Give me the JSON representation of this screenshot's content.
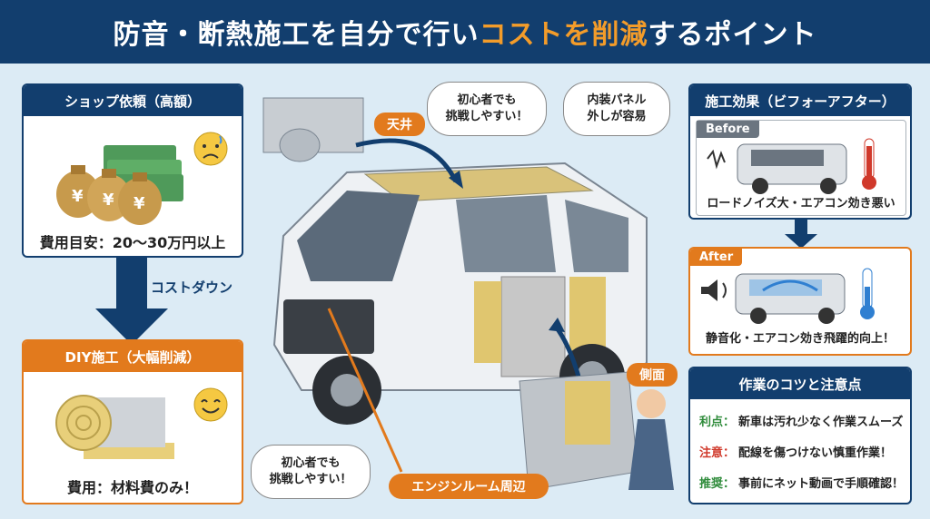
{
  "header": {
    "title_part1": "防音・断熱施工を自分で行い",
    "title_highlight": "コストを削減",
    "title_part2": "するポイント"
  },
  "shop": {
    "title": "ショップ依頼（高額）",
    "cost": "費用目安：20〜30万円以上"
  },
  "arrow_label": "コストダウン",
  "diy": {
    "title": "DIY施工（大幅削減）",
    "cost": "費用：材料費のみ！"
  },
  "center": {
    "bubble_top_left": "初心者でも\n挑戦しやすい！",
    "bubble_top_right": "内装パネル\n外しが容易",
    "bubble_bottom": "初心者でも\n挑戦しやすい！",
    "tag_ceiling": "天井",
    "tag_side": "側面",
    "tag_engine": "エンジンルーム周辺"
  },
  "effect": {
    "title": "施工効果（ビフォーアフター）",
    "before_label": "Before",
    "before_text": "ロードノイズ大・エアコン効き悪い",
    "after_label": "After",
    "after_text": "静音化・エアコン効き飛躍的向上！"
  },
  "tips": {
    "title": "作業のコツと注意点",
    "rows": [
      {
        "key": "利点：",
        "text": "新車は汚れ少なく作業スムーズ",
        "color": "#2e8b3a"
      },
      {
        "key": "注意：",
        "text": "配線を傷つけない慎重作業！",
        "color": "#d0392b"
      },
      {
        "key": "推奨：",
        "text": "事前にネット動画で手順確認！",
        "color": "#2e8b3a"
      }
    ]
  },
  "colors": {
    "navy": "#123e6e",
    "orange": "#e27a1d",
    "background": "#dcebf5"
  }
}
